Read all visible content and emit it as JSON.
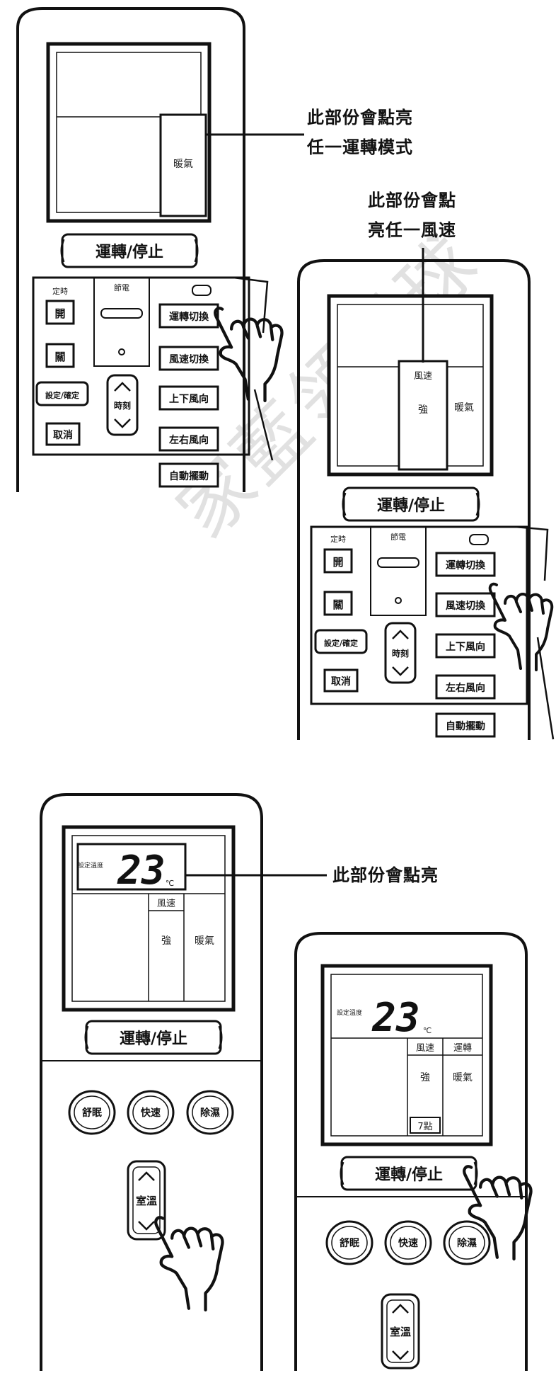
{
  "remotes": {
    "r1": {
      "mode_indicator": "暖氣",
      "power_button": "運轉/停止",
      "timer_caption": "定時",
      "timer_on": "開",
      "timer_off": "關",
      "set_button": "設定/確定",
      "cancel_button": "取消",
      "mid_caption": "節電",
      "clock_caption": "時刻",
      "mode_button": "運轉切換",
      "fan_button": "風速切換",
      "updown_button": "上下風向",
      "leftright_button": "左右風向",
      "auto_swing_button": "自動擺動"
    },
    "r2": {
      "fan_indicator_title": "風速",
      "fan_indicator_value": "強",
      "mode_indicator": "暖氣",
      "power_button": "運轉/停止",
      "timer_caption": "定時",
      "timer_on": "開",
      "timer_off": "關",
      "set_button": "設定/確定",
      "cancel_button": "取消",
      "mid_caption": "節電",
      "clock_caption": "時刻",
      "mode_button": "運轉切換",
      "fan_button": "風速切換",
      "updown_button": "上下風向",
      "leftright_button": "左右風向",
      "auto_swing_button": "自動擺動"
    },
    "r3": {
      "temp_prefix": "設定溫度",
      "temperature": "23",
      "unit": "℃",
      "fan_indicator_title": "風速",
      "fan_indicator_value": "強",
      "mode_indicator": "暖氣",
      "power_button": "運轉/停止",
      "comfort_button": "舒眠",
      "quick_button": "快速",
      "dehumid_button": "除濕",
      "temp_button": "室溫"
    },
    "r4": {
      "temp_prefix": "設定溫度",
      "temperature": "23",
      "unit": "℃",
      "fan_indicator_title": "風速",
      "fan_indicator_value": "強",
      "run_indicator_title": "運轉",
      "mode_indicator": "暖氣",
      "bottom_indicator": "7點",
      "power_button": "運轉/停止",
      "comfort_button": "舒眠",
      "quick_button": "快速",
      "dehumid_button": "除濕",
      "temp_button": "室溫"
    }
  },
  "callouts": {
    "mode_line1": "此部份會點亮",
    "mode_line2": "任一運轉模式",
    "fan_line1": "此部份會點",
    "fan_line2": "亮任一風速",
    "temp": "此部份會點亮"
  },
  "watermark": "家藍领星球"
}
